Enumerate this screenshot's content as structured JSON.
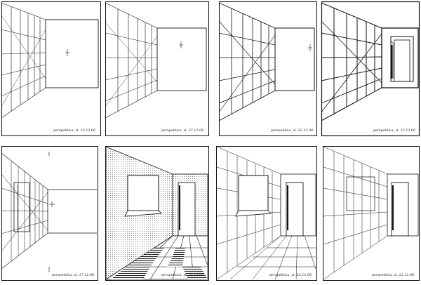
{
  "panels": [
    {
      "id": "p1",
      "caption": "perspektiva, sl. 16.12.08"
    },
    {
      "id": "p2",
      "caption": "perspektiva, sl. 22.12.08"
    },
    {
      "id": "p3",
      "caption": "perspektiva, sl. 22.12.08"
    },
    {
      "id": "p4",
      "caption": "perspektiva, sl. 22.12.08"
    },
    {
      "id": "p5",
      "caption": "perspektiva, sl. 17.12.08"
    },
    {
      "id": "p6",
      "caption": "perspektiva, sl. 22.12.08"
    },
    {
      "id": "p7",
      "caption": "perspektiva, sl. 22.12.08"
    },
    {
      "id": "p8",
      "caption": "perspektiva, sl. 22.12.08"
    }
  ],
  "colors": {
    "ink": "#111111",
    "paper": "#ffffff",
    "hatch": "#555555"
  }
}
